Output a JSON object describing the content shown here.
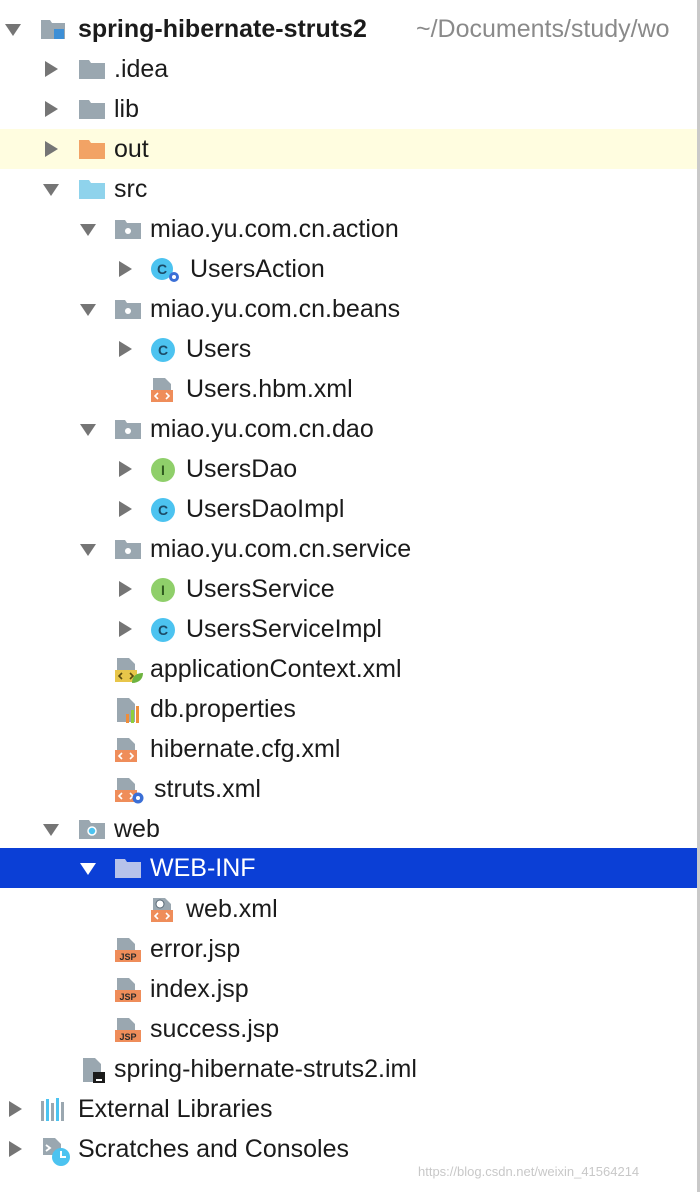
{
  "project": {
    "name": "spring-hibernate-struts2",
    "path": "~/Documents/study/wo"
  },
  "nodes": {
    "idea": ".idea",
    "lib": "lib",
    "out": "out",
    "src": "src",
    "pkg_action": "miao.yu.com.cn.action",
    "users_action": "UsersAction",
    "pkg_beans": "miao.yu.com.cn.beans",
    "users": "Users",
    "users_hbm": "Users.hbm.xml",
    "pkg_dao": "miao.yu.com.cn.dao",
    "users_dao": "UsersDao",
    "users_dao_impl": "UsersDaoImpl",
    "pkg_service": "miao.yu.com.cn.service",
    "users_service": "UsersService",
    "users_service_impl": "UsersServiceImpl",
    "app_context": "applicationContext.xml",
    "db_props": "db.properties",
    "hibernate_cfg": "hibernate.cfg.xml",
    "struts_xml": "struts.xml",
    "web": "web",
    "web_inf": "WEB-INF",
    "web_xml": "web.xml",
    "error_jsp": "error.jsp",
    "index_jsp": "index.jsp",
    "success_jsp": "success.jsp",
    "iml": "spring-hibernate-struts2.iml",
    "ext_libs": "External Libraries",
    "scratches": "Scratches and Consoles"
  },
  "icon_letters": {
    "class": "C",
    "interface": "I"
  },
  "badges": {
    "jsp": "JSP"
  },
  "watermark": "https://blog.csdn.net/weixin_41564214",
  "colors": {
    "selection": "#0b3fd6",
    "highlight_row": "#fffde0",
    "folder_gray": "#9aa7b0",
    "folder_orange": "#f2a365",
    "folder_blue": "#8fd3ec",
    "class_icon": "#4cc3f0",
    "interface_icon": "#8fcf6a",
    "xml_badge": "#ef8d5a"
  }
}
